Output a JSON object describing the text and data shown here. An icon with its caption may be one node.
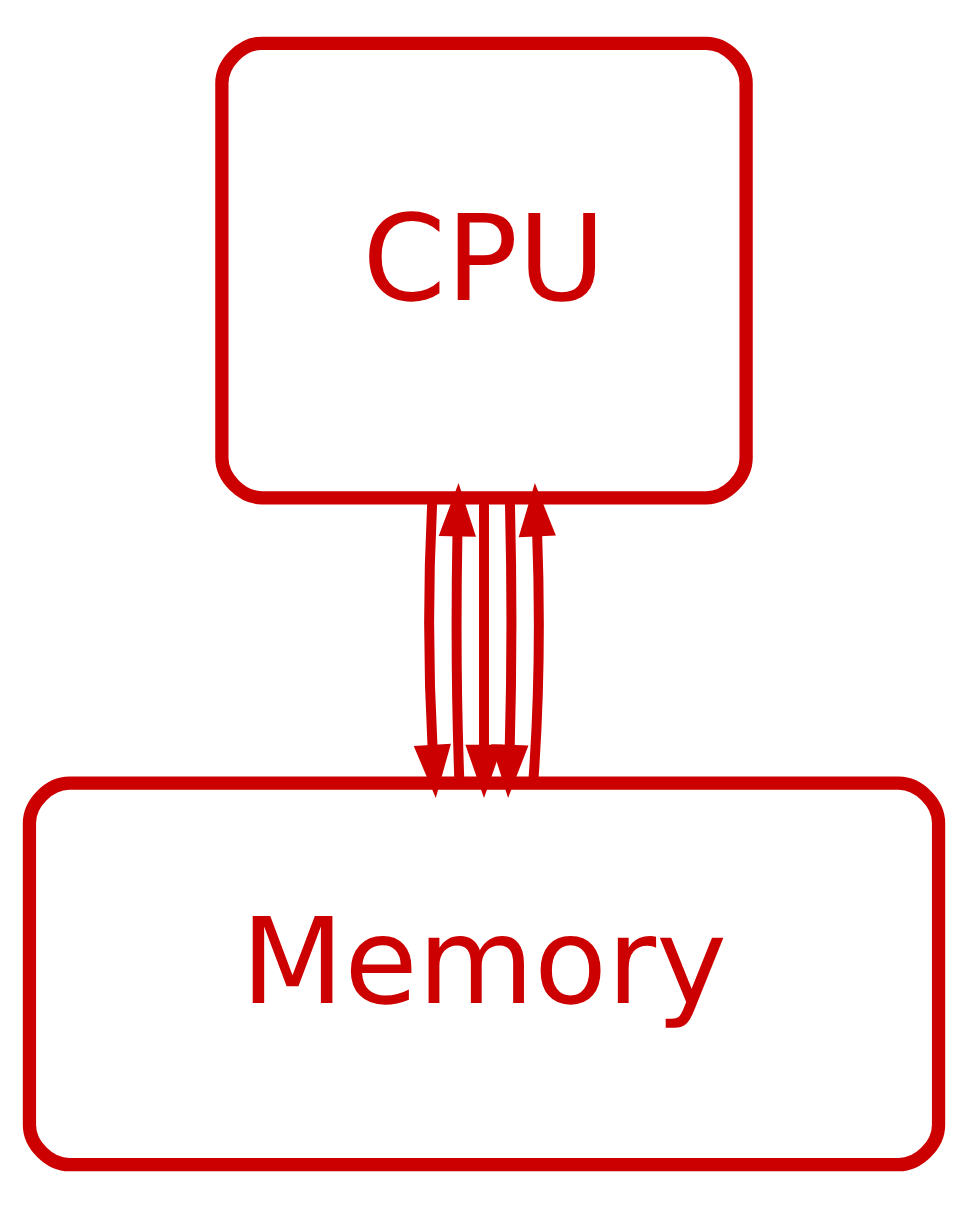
{
  "diagram": {
    "nodes": [
      {
        "text": [
          "CPU"
        ]
      },
      {
        "text": [
          "Memory"
        ]
      }
    ],
    "edges": [
      {
        "from": 0,
        "to": 1,
        "arrow": "to"
      },
      {
        "from": 1,
        "to": 0,
        "arrow": "to"
      },
      {
        "from": 0,
        "to": 1,
        "arrow": "to"
      },
      {
        "from": 0,
        "to": 1,
        "arrow": "to"
      },
      {
        "from": 1,
        "to": 0,
        "arrow": "to"
      }
    ]
  }
}
